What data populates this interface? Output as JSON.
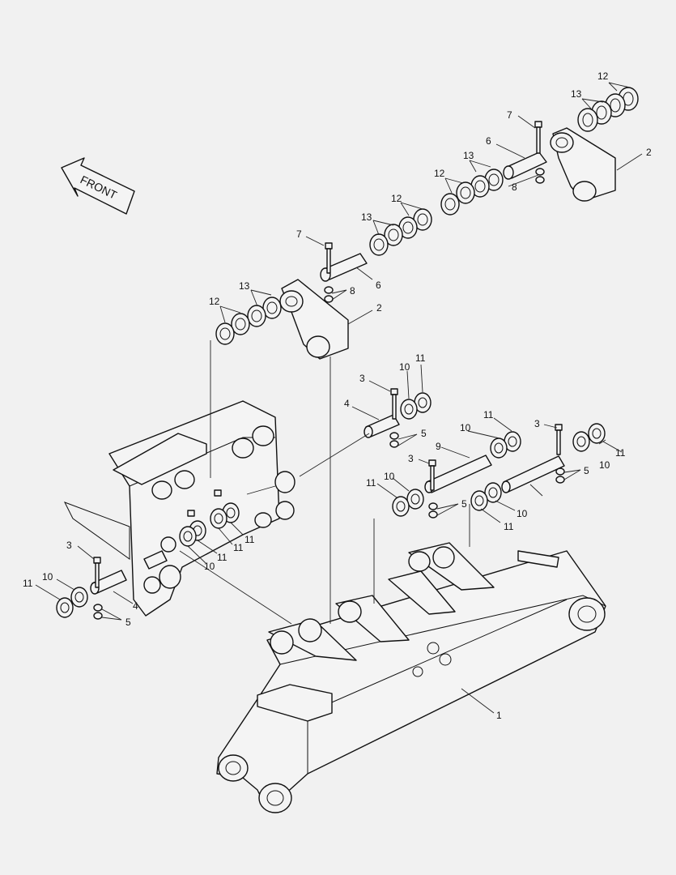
{
  "front_label": "FRONT",
  "callouts": [
    "12",
    "13",
    "7",
    "6",
    "2",
    "12",
    "13",
    "8",
    "12",
    "13",
    "7",
    "6",
    "8",
    "12",
    "13",
    "2",
    "3",
    "10",
    "11",
    "4",
    "5",
    "10",
    "11",
    "3",
    "9",
    "11",
    "3",
    "10",
    "5",
    "11",
    "5",
    "10",
    "11",
    "11",
    "10",
    "11",
    "10",
    "11",
    "3",
    "10",
    "11",
    "4",
    "5",
    "1"
  ]
}
